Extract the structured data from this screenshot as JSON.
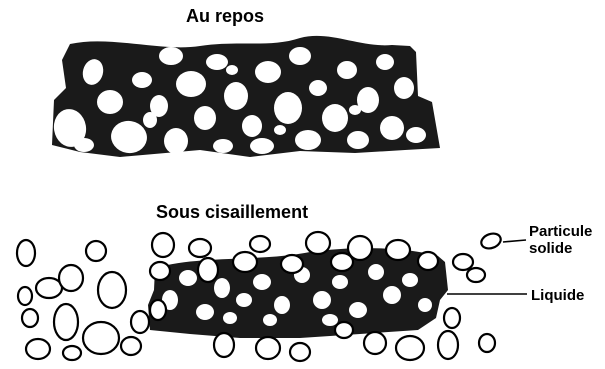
{
  "titles": {
    "rest": "Au repos",
    "shear": "Sous cisaillement"
  },
  "labels": {
    "particle_line1": "Particule",
    "particle_line2": "solide",
    "liquid": "Liquide"
  },
  "colors": {
    "liquid": "#1a1a1a",
    "particle_fill": "#ffffff",
    "particle_stroke": "#000000"
  }
}
